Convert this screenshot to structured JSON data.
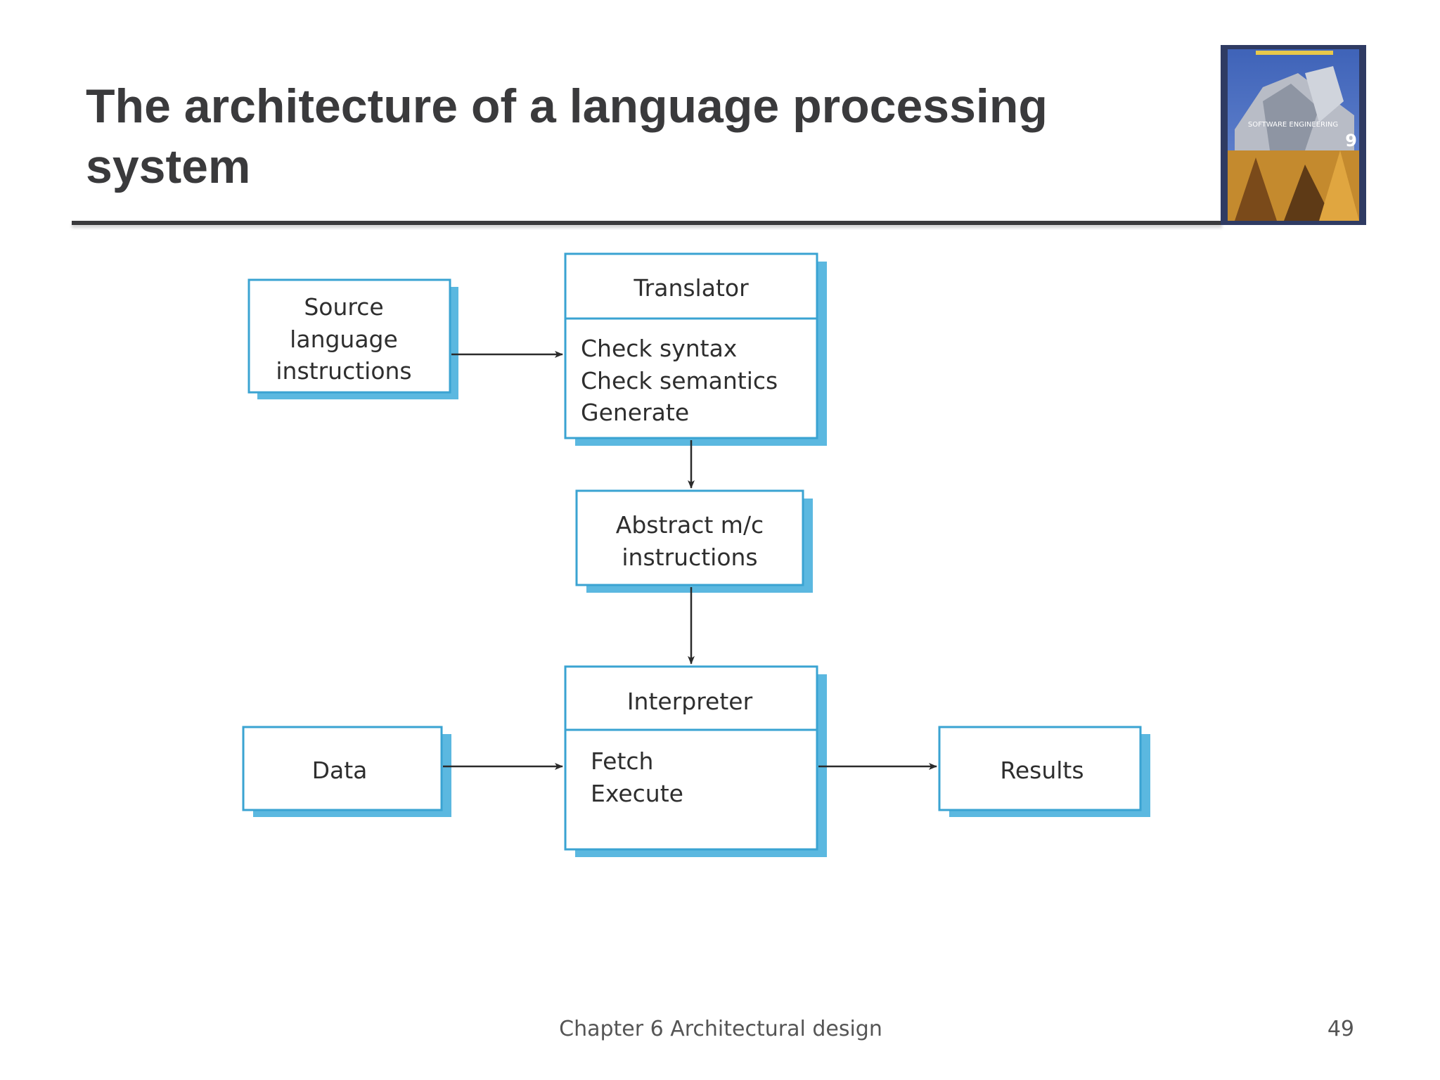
{
  "slide": {
    "title": "The architecture of a language processing system",
    "footer_chapter": "Chapter 6 Architectural design",
    "page_number": "49"
  },
  "book_cover": {
    "title_text": "SOFTWARE ENGINEERING",
    "edition": "9"
  },
  "diagram": {
    "source_box": {
      "lines": [
        "Source",
        "language",
        "instructions"
      ]
    },
    "translator": {
      "header": "Translator",
      "body_lines": [
        "Check syntax",
        "Check semantics",
        "Generate"
      ]
    },
    "abstract_box": {
      "lines": [
        "Abstract m/c",
        "instructions"
      ]
    },
    "interpreter": {
      "header": "Interpreter",
      "body_lines": [
        "Fetch",
        "Execute"
      ]
    },
    "data_box": {
      "label": "Data"
    },
    "results_box": {
      "label": "Results"
    },
    "colors": {
      "box_border": "#3aa3d2",
      "box_shadow": "#5bb8e0",
      "arrow": "#2b2b2b"
    }
  }
}
